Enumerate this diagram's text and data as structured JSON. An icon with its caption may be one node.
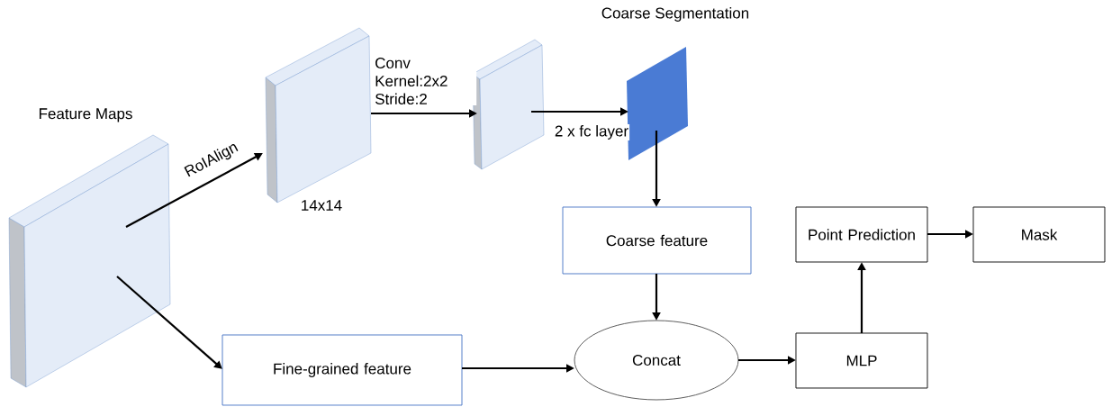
{
  "diagram": {
    "nodes": [
      {
        "text": [
          "Feature Maps"
        ]
      },
      {
        "text": [],
        "shape": "box",
        "beside": [
          "14x14"
        ]
      },
      {
        "text": [],
        "shape": "box"
      },
      {
        "text": [
          "Coarse Segmentation"
        ]
      },
      {
        "text": [
          "Coarse feature"
        ]
      },
      {
        "text": [
          "Fine-grained feature"
        ]
      },
      {
        "text": [
          "Concat"
        ]
      },
      {
        "text": [
          "MLP"
        ]
      },
      {
        "text": [
          "Point Prediction"
        ]
      },
      {
        "text": [
          "Mask"
        ]
      }
    ],
    "edges": [
      {
        "from": 0,
        "to": 1,
        "arrow": "to",
        "label": "RoIAlign"
      },
      {
        "from": 1,
        "to": 2,
        "arrow": "to",
        "label": "Conv Kernel:2x2 Stride:2"
      },
      {
        "from": 2,
        "to": 3,
        "arrow": "to",
        "label": "2 x fc layer"
      },
      {
        "from": 3,
        "to": 4,
        "arrow": "to"
      },
      {
        "from": 4,
        "to": 6,
        "arrow": "to"
      },
      {
        "from": 0,
        "to": 5,
        "arrow": "to"
      },
      {
        "from": 5,
        "to": 6,
        "arrow": "to"
      },
      {
        "from": 6,
        "to": 7,
        "arrow": "to"
      },
      {
        "from": 7,
        "to": 8,
        "arrow": "to"
      },
      {
        "from": 8,
        "to": 9,
        "arrow": "to"
      }
    ]
  }
}
